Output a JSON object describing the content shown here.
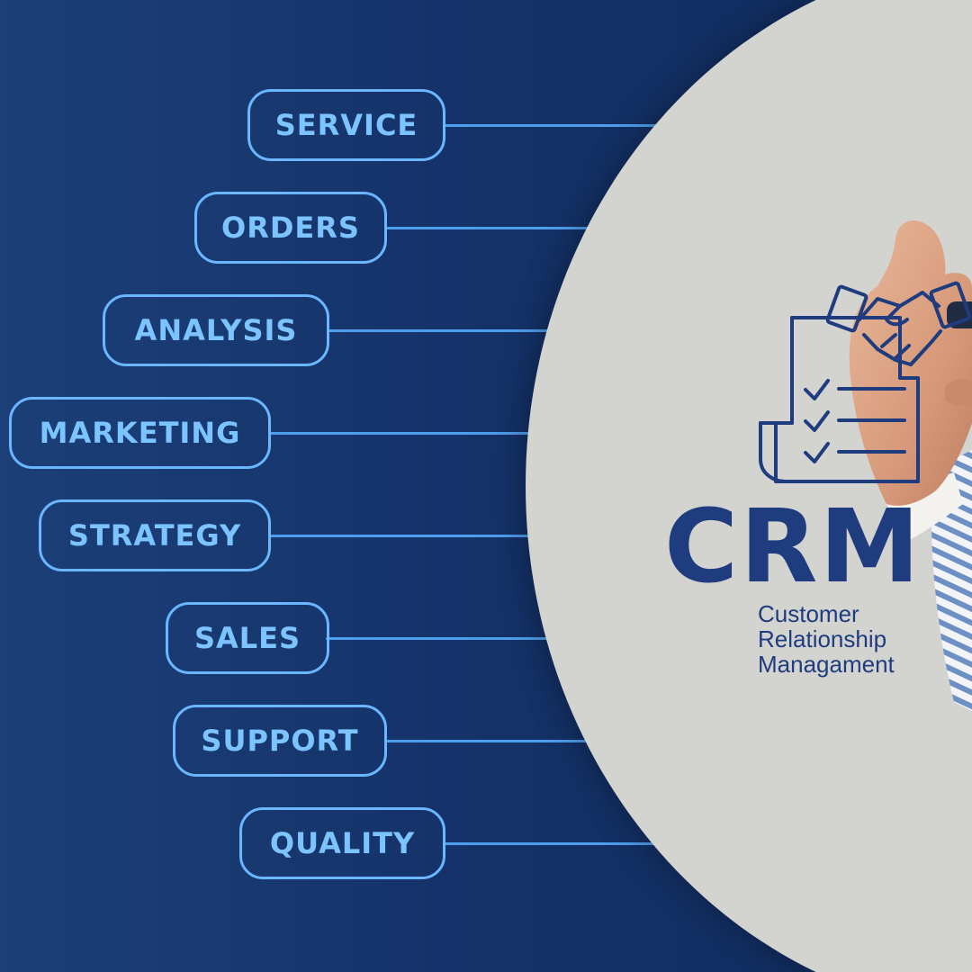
{
  "items": [
    {
      "label": "SERVICE"
    },
    {
      "label": "ORDERS"
    },
    {
      "label": "ANALYSIS"
    },
    {
      "label": "MARKETING"
    },
    {
      "label": "STRATEGY"
    },
    {
      "label": "SALES"
    },
    {
      "label": "SUPPORT"
    },
    {
      "label": "QUALITY"
    }
  ],
  "crm": {
    "title": "CRM",
    "subtitle_lines": [
      "Customer",
      "Relationship",
      "Managament"
    ]
  },
  "icons": {
    "checklist": "checklist-document-icon",
    "handshake": "handshake-icon"
  },
  "colors": {
    "background": "#15336a",
    "pill_border": "#6ab6ff",
    "pill_text": "#7cc4ff",
    "connector": "#4f9ded",
    "circle": "#d3d3d0",
    "brand": "#1e3c7e"
  }
}
